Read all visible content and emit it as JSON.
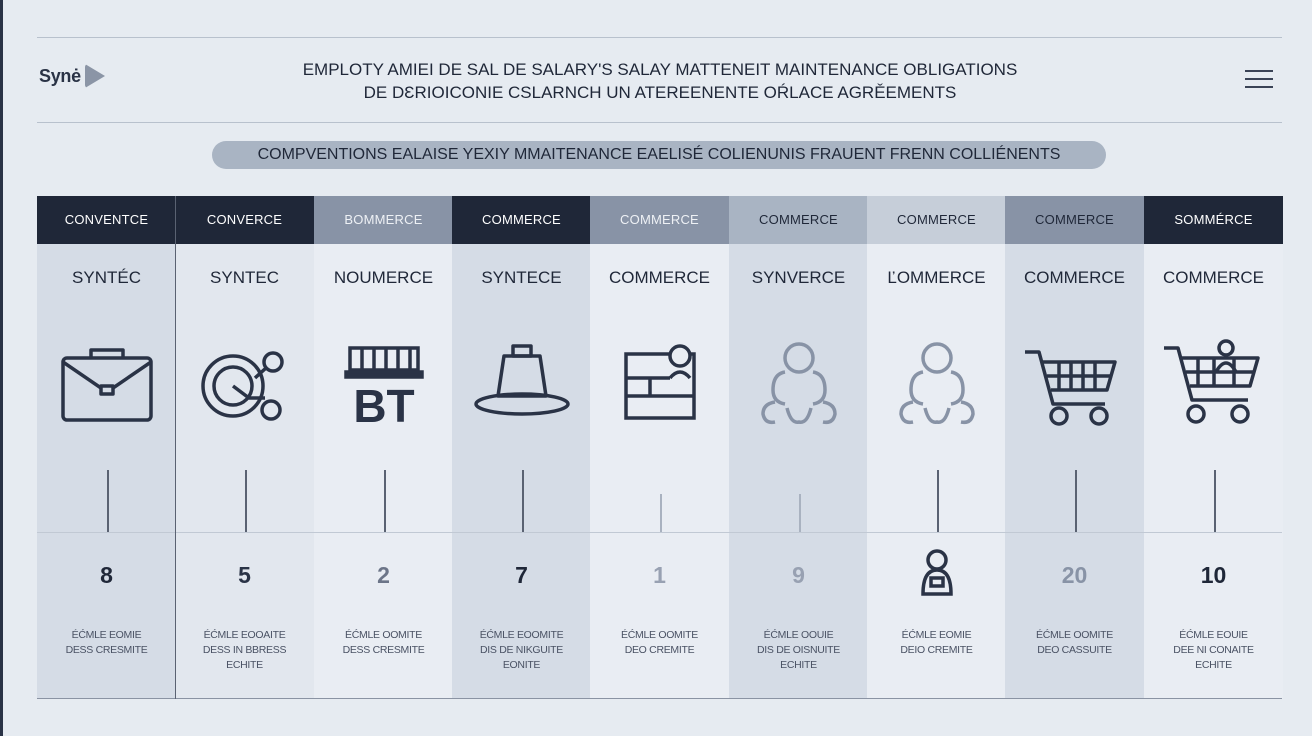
{
  "header": {
    "logo_text": "Synė",
    "title_line1": "EMPLOTY AMIEI DE SAL DE SALARY'S SALAY MATTENEIT MAINTENANCE OBLIGATIONS",
    "title_line2": "DE DƐRIOICONIE CSLARNCH UN ATEREENENTE OŔLACE AGRĚEMENTS"
  },
  "banner": {
    "text": "COMPVENTIONS EALAISE YEXIY MMAITENANCE EAELISÉ COLIENUNIS FRAUENT FRENN COLLIÉNENTS"
  },
  "columns": [
    {
      "header": "CONVENTCE",
      "title": "SYNTÉC",
      "icon": "briefcase-icon",
      "value": "8",
      "note": [
        "ÉĆMLE EOMIE",
        "DESS CRESMITE"
      ],
      "head_bg": "#1f2738",
      "head_fg": "#ffffff",
      "body_bg": "#d5dce6",
      "value_color": "#1f2738"
    },
    {
      "header": "CONVERCE",
      "title": "SYNTEC",
      "icon": "gear-link-icon",
      "value": "5",
      "note": [
        "ÉĆMLE EOOAITE",
        "DESS IN BBRESS",
        "ECHITE"
      ],
      "head_bg": "#1f2738",
      "head_fg": "#ffffff",
      "body_bg": "#e2e7ee",
      "value_color": "#2a3346"
    },
    {
      "header": "BOMMERCE",
      "title": "NOUMERCE",
      "icon": "bt-building-icon",
      "value": "2",
      "note": [
        "ÉĆMLE OOMITE",
        "DESS CRESMITE"
      ],
      "head_bg": "#8893a6",
      "head_fg": "#eef1f5",
      "body_bg": "#e9edf3",
      "value_color": "#6c7588"
    },
    {
      "header": "COMMERCE",
      "title": "SYNTECE",
      "icon": "hat-icon",
      "value": "7",
      "note": [
        "ÉĆMLE EOOMITE",
        "DIS DE NIKGUITE",
        "EONITE"
      ],
      "head_bg": "#1f2738",
      "head_fg": "#ffffff",
      "body_bg": "#d5dce6",
      "value_color": "#1f2738"
    },
    {
      "header": "COMMERCE",
      "title": "COMMERCE",
      "icon": "shop-person-icon",
      "value": "1",
      "note": [
        "ÉĆMLE OOMITE",
        "DEO CREMITE"
      ],
      "head_bg": "#8893a6",
      "head_fg": "#eef1f5",
      "body_bg": "#e9edf3",
      "value_color": "#98a1b2"
    },
    {
      "header": "COMMERCE",
      "title": "SYNVERCE",
      "icon": "people-icon",
      "value": "9",
      "note": [
        "ÉĆMLE OOUIE",
        "DIS DE OISNUITE",
        "ECHITE"
      ],
      "head_bg": "#a9b4c3",
      "head_fg": "#1f2738",
      "body_bg": "#d5dce6",
      "value_color": "#98a1b2"
    },
    {
      "header": "COMMERCE",
      "title": "ĽOMMERCE",
      "icon": "people-icon",
      "value": "",
      "note": [
        "ÉĆMLE EOMIE",
        "DEIO CREMITE"
      ],
      "head_bg": "#c6ced9",
      "head_fg": "#1f2738",
      "body_bg": "#e9edf3",
      "value_color": "#2a3346"
    },
    {
      "header": "COMMERCE",
      "title": "COMMERCE",
      "icon": "cart-icon",
      "value": "20",
      "note": [
        "ÉĆMLE OOMITE",
        "DEO CASSUITE"
      ],
      "head_bg": "#8893a6",
      "head_fg": "#1f2738",
      "body_bg": "#d5dce6",
      "value_color": "#8893a6"
    },
    {
      "header": "SOMMÉRCE",
      "title": "COMMERCE",
      "icon": "cart-person-icon",
      "value": "10",
      "note": [
        "ÉĆMLE EOUIE",
        "DEE NI CONAITE",
        "ECHITE"
      ],
      "head_bg": "#1f2738",
      "head_fg": "#ffffff",
      "body_bg": "#e9edf3",
      "value_color": "#1f2738"
    }
  ]
}
